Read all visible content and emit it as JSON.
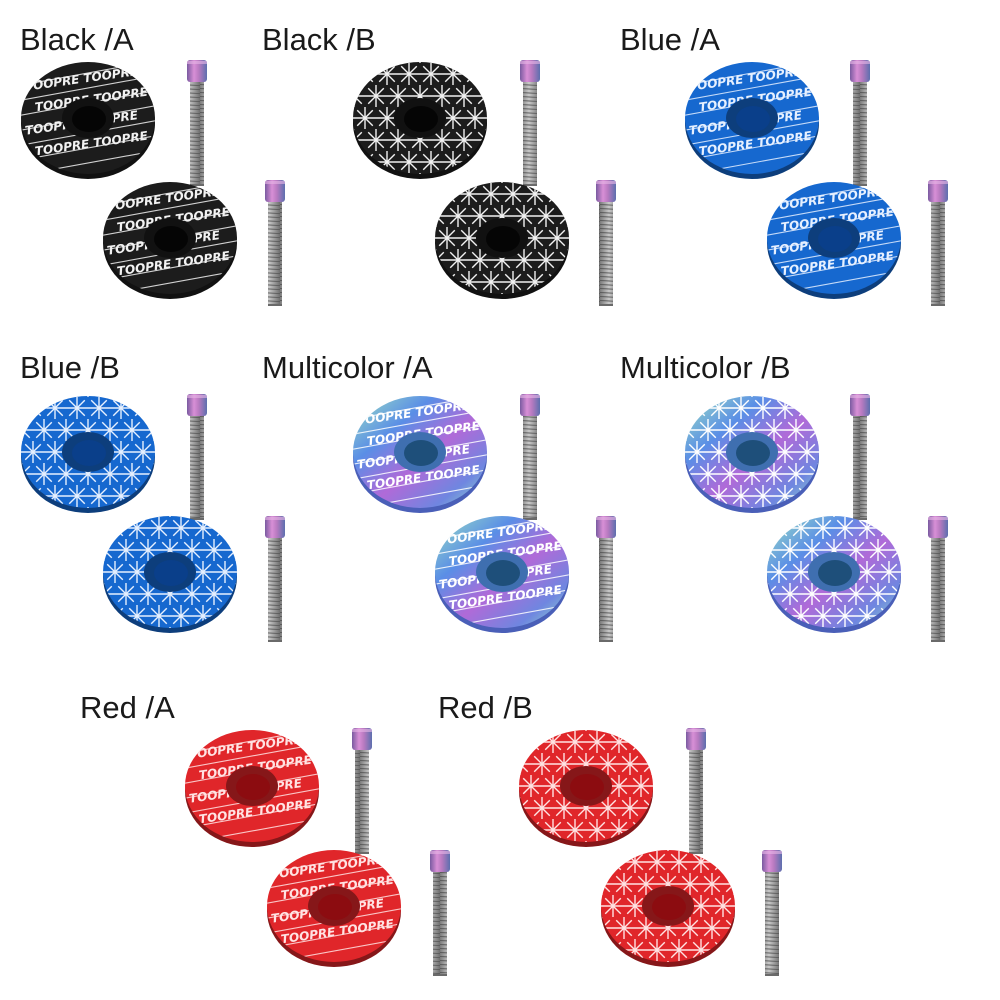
{
  "variants": [
    {
      "label": "Black /A",
      "style": "A",
      "color": "#1c1c1c",
      "hole": "#050505",
      "line": "#f2f2f2"
    },
    {
      "label": "Black /B",
      "style": "B",
      "color": "#1c1c1c",
      "hole": "#050505",
      "line": "#f2f2f2"
    },
    {
      "label": "Blue /A",
      "style": "A",
      "color": "#1668cf",
      "hole": "#0a3f8a",
      "line": "#e6f0ff"
    },
    {
      "label": "Blue /B",
      "style": "B",
      "color": "#1668cf",
      "hole": "#0a3f8a",
      "line": "#e6f0ff"
    },
    {
      "label": "Multicolor /A",
      "style": "A",
      "color": "multicolor",
      "hole": "#1e4f7a",
      "line": "#ffffff"
    },
    {
      "label": "Multicolor /B",
      "style": "B",
      "color": "multicolor",
      "hole": "#1e4f7a",
      "line": "#ffffff"
    },
    {
      "label": "Red /A",
      "style": "A",
      "color": "#e0262a",
      "hole": "#8c0c10",
      "line": "#ffe3e3"
    },
    {
      "label": "Red /B",
      "style": "B",
      "color": "#e0262a",
      "hole": "#8c0c10",
      "line": "#ffe3e3"
    }
  ],
  "brand_text": "TOOPRE"
}
